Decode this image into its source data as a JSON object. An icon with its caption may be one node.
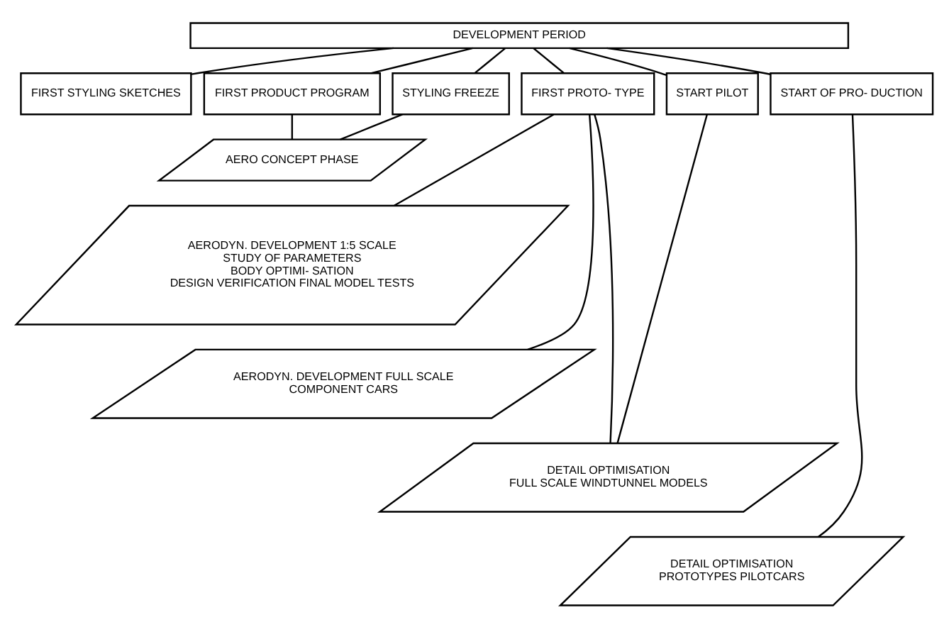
{
  "diagram": {
    "nodes": [
      {
        "text": [
          "DEVELOPMENT PERIOD"
        ]
      },
      {
        "text": [
          "FIRST STYLING SKETCHES"
        ]
      },
      {
        "text": [
          "FIRST PRODUCT PROGRAM"
        ]
      },
      {
        "text": [
          "STYLING FREEZE"
        ]
      },
      {
        "text": [
          "FIRST PROTO- TYPE"
        ]
      },
      {
        "text": [
          "START PILOT"
        ]
      },
      {
        "text": [
          "START OF PRO- DUCTION"
        ]
      },
      {
        "text": [
          "AERO CONCEPT PHASE"
        ]
      },
      {
        "text": [
          "AERODYN. DEVELOPMENT 1:5 SCALE",
          "STUDY OF PARAMETERS",
          "BODY OPTIMI- SATION",
          "DESIGN VERIFICATION FINAL MODEL TESTS"
        ]
      },
      {
        "text": [
          "AERODYN. DEVELOPMENT FULL SCALE",
          "COMPONENT CARS"
        ]
      },
      {
        "text": [
          "DETAIL OPTIMISATION",
          "FULL SCALE WINDTUNNEL MODELS"
        ]
      },
      {
        "text": [
          "DETAIL OPTIMISATION",
          "PROTOTYPES PILOTCARS"
        ]
      }
    ],
    "edges": [
      {
        "from": 0,
        "to": 1,
        "arrow": "none"
      },
      {
        "from": 0,
        "to": 2,
        "arrow": "none"
      },
      {
        "from": 0,
        "to": 3,
        "arrow": "none"
      },
      {
        "from": 0,
        "to": 4,
        "arrow": "none"
      },
      {
        "from": 0,
        "to": 5,
        "arrow": "none"
      },
      {
        "from": 0,
        "to": 6,
        "arrow": "none"
      },
      {
        "from": 2,
        "to": 7,
        "arrow": "none"
      },
      {
        "from": 3,
        "to": 7,
        "arrow": "none"
      },
      {
        "from": 4,
        "to": 8,
        "arrow": "none"
      },
      {
        "from": 4,
        "to": 9,
        "arrow": "none"
      },
      {
        "from": 4,
        "to": 10,
        "arrow": "none"
      },
      {
        "from": 5,
        "to": 10,
        "arrow": "none"
      },
      {
        "from": 6,
        "to": 11,
        "arrow": "none"
      }
    ]
  }
}
